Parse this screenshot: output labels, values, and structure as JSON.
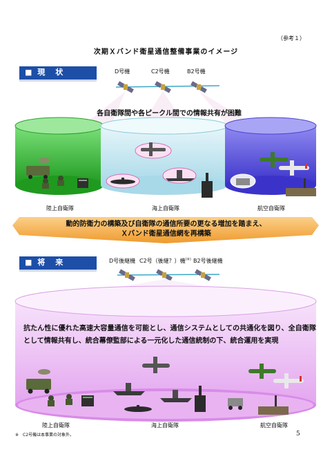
{
  "header": {
    "reference": "（参考１）",
    "title": "次期Ｘバンド衛星通信整備事業のイメージ"
  },
  "current": {
    "section_label": "■ 現　状",
    "satellites": [
      "D号機",
      "C2号機",
      "B2号機"
    ],
    "problem_text": "各自衛隊間や各ピークル間での情報共有が困難",
    "units": [
      "陸上自衛隊",
      "海上自衛隊",
      "航空自衛隊"
    ]
  },
  "transition": {
    "line1": "動的防衛力の構築及び自衛隊の通信所要の更なる増加を踏まえ、",
    "line2": "Ｘバンド衛星通信網を再構築"
  },
  "future": {
    "section_label": "■ 将　来",
    "satellites": [
      "D号後継機",
      "C2号（後継？）機",
      "B2号後継機"
    ],
    "sat_note_mark": "(※)",
    "description": "抗たん性に優れた高速大容量通信を可能とし、通信システムとしての共通化を図り、全自衛隊として情報共有し、統合幕僚監部による一元化した通信統制の下、統合運用を実現",
    "units": [
      "陸上自衛隊",
      "海上自衛隊",
      "航空自衛隊"
    ]
  },
  "footer": {
    "footnote": "※　C2号機は本事業の対象外。",
    "page_number": "5"
  },
  "colors": {
    "section_label_bg": "#1d4fa8",
    "ground_green": "#3fbf3a",
    "maritime_cyan": "#bfe6f0",
    "air_blue": "#5e57e6",
    "future_pink": "#e9b3f2",
    "banner_orange": "#f2a63a"
  }
}
